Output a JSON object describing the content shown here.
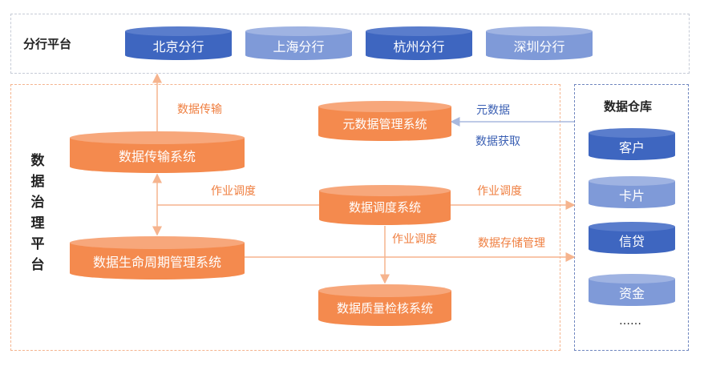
{
  "branch_platform": {
    "title": "分行平台",
    "branches": [
      {
        "label": "北京分行",
        "color": "#3e66c0"
      },
      {
        "label": "上海分行",
        "color": "#7f9ad8"
      },
      {
        "label": "杭州分行",
        "color": "#3e66c0"
      },
      {
        "label": "深圳分行",
        "color": "#7f9ad8"
      }
    ]
  },
  "governance_platform": {
    "title_chars": [
      "数",
      "据",
      "治",
      "理",
      "平",
      "台"
    ],
    "systems": {
      "transfer": "数据传输系统",
      "metadata": "元数据管理系统",
      "scheduling": "数据调度系统",
      "lifecycle": "数据生命周期管理系统",
      "quality": "数据质量检核系统"
    },
    "labels": {
      "data_transfer": "数据传输",
      "job_schedule_left": "作业调度",
      "job_schedule_right": "作业调度",
      "job_schedule_down": "作业调度",
      "storage_mgmt": "数据存储管理",
      "metadata": "元数据",
      "data_fetch": "数据获取"
    }
  },
  "warehouse": {
    "title": "数据仓库",
    "items": [
      {
        "label": "客户",
        "color": "#3e66c0"
      },
      {
        "label": "卡片",
        "color": "#7f9ad8"
      },
      {
        "label": "信贷",
        "color": "#3e66c0"
      },
      {
        "label": "资金",
        "color": "#7f9ad8"
      }
    ],
    "more": "……"
  },
  "colors": {
    "orange": "#f48a4e",
    "orange_top": "#f7a77b",
    "orange_line": "#f6b48e",
    "blue_dark": "#3e66c0",
    "blue_light": "#7f9ad8",
    "blue_line": "#a9b9de",
    "dashed_gray": "#c6cbd6",
    "dashed_orange": "#f5b48e",
    "dashed_blue": "#6f86bf"
  }
}
